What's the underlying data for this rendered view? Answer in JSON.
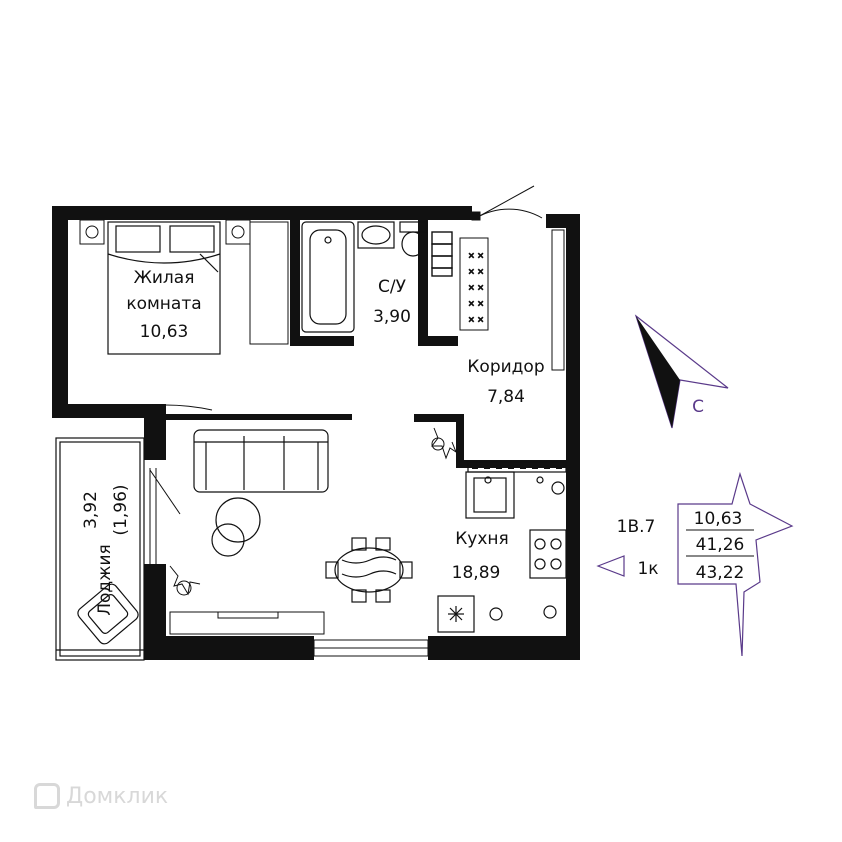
{
  "rooms": {
    "living": {
      "name_line1": "Жилая",
      "name_line2": "комната",
      "area": "10,63"
    },
    "bathroom": {
      "name": "С/У",
      "area": "3,90"
    },
    "corridor": {
      "name": "Коридор",
      "area": "7,84"
    },
    "kitchen": {
      "name": "Кухня",
      "area": "18,89"
    },
    "loggia": {
      "name": "Лоджия",
      "area": "3,92",
      "area_reduced": "(1,96)"
    }
  },
  "apartment": {
    "code": "1В.7",
    "rooms_count": "1к"
  },
  "areas_panel": {
    "living_area": "10,63",
    "total_area": "41,26",
    "total_with_loggia": "43,22"
  },
  "compass": {
    "label": "С"
  },
  "watermark": {
    "text": "Домклик"
  },
  "colors": {
    "wall": "#111111",
    "compass": "#5a3a8a",
    "watermark": "#d8d8d8"
  }
}
